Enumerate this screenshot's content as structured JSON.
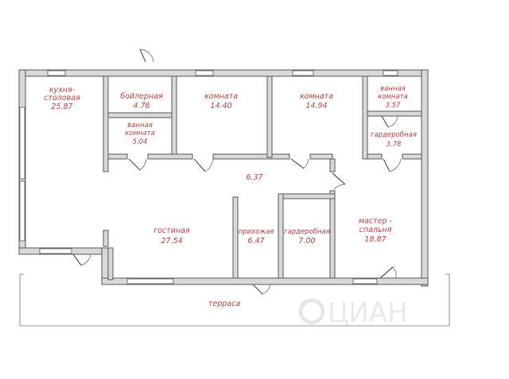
{
  "rooms": {
    "kitchen": {
      "name1": "кухня-",
      "name2": "столовая",
      "area": "25.87"
    },
    "boiler": {
      "name": "бойлерная",
      "area": "4.76"
    },
    "room1": {
      "name": "комната",
      "area": "14.40"
    },
    "room2": {
      "name": "комната",
      "area": "14.94"
    },
    "bath1": {
      "name1": "ванная",
      "name2": "комната",
      "area": "3.57"
    },
    "bath2": {
      "name1": "ванная",
      "name2": "комната",
      "area": "5.04"
    },
    "wardrobe1": {
      "name": "гардеробная",
      "area": "3.78"
    },
    "corridor": {
      "area": "6.37"
    },
    "living": {
      "name": "гостиная",
      "area": "27.54"
    },
    "hall": {
      "name": "прихожая",
      "area": "6.47"
    },
    "wardrobe2": {
      "name": "гардеробная",
      "area": "7.00"
    },
    "master": {
      "name1": "мастер -",
      "name2": "спальня",
      "area": "18.87"
    }
  },
  "terrace": {
    "name": "терраса"
  },
  "watermark": {
    "text": "ЦИАН"
  }
}
